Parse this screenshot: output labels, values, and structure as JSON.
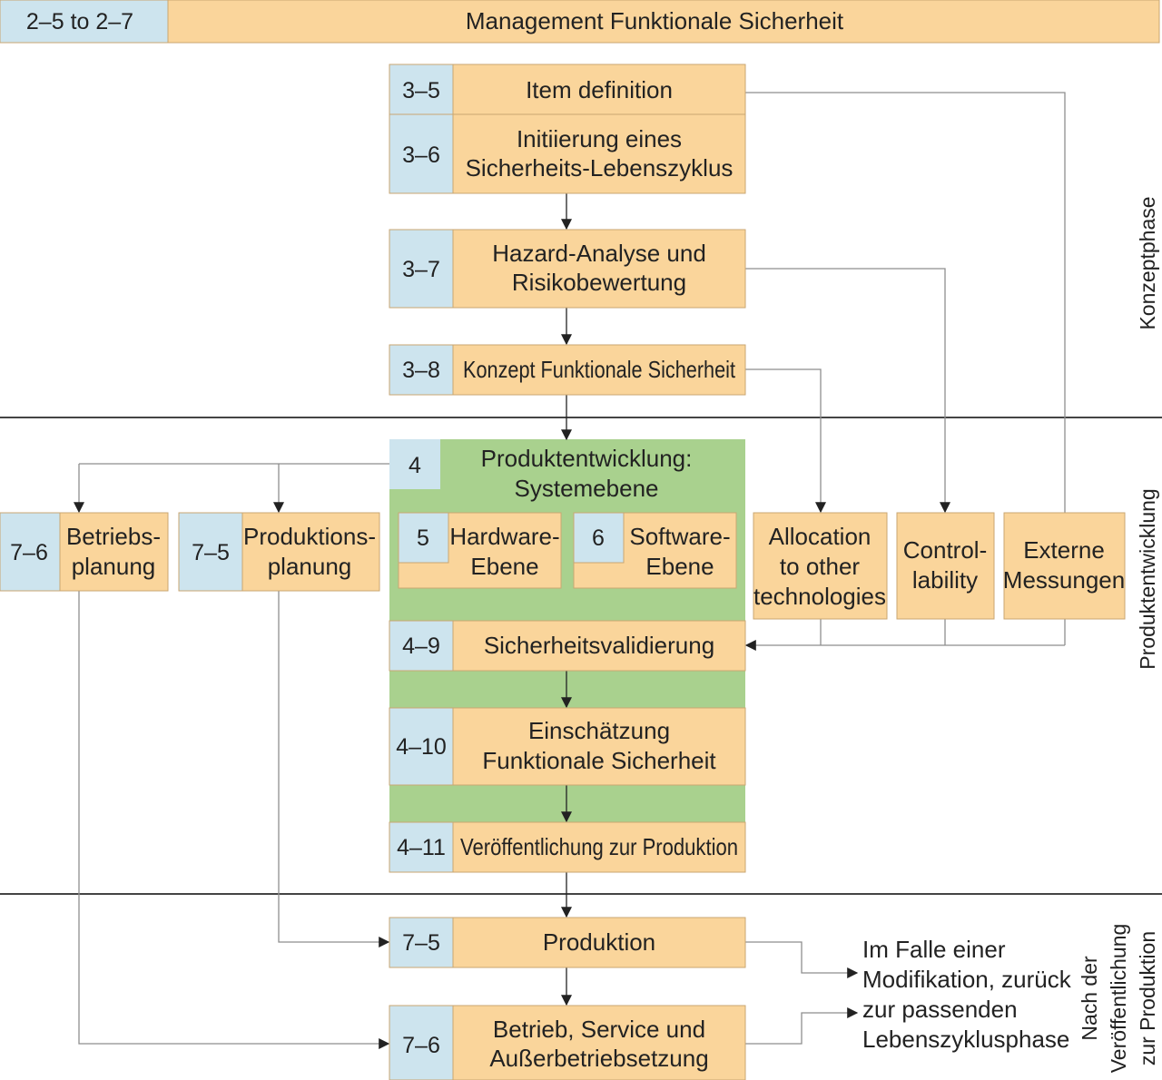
{
  "colors": {
    "number_cell": "#cde4ee",
    "task_cell": "#fad59b",
    "product_development_block": "#a9d18e",
    "cell_border": "#c9a671",
    "line": "#8e8e8e",
    "arrow": "#222222",
    "phase_divider": "#444444"
  },
  "header": {
    "clause_range": "2–5 to 2–7",
    "title": "Management Funktionale Sicherheit"
  },
  "phases": {
    "concept": "Konzeptphase",
    "product_development": "Produktentwicklung",
    "after_release_line1": "Nach der",
    "after_release_line2": "Veröffentlichung",
    "after_release_line3": "zur Produktion"
  },
  "concept_steps": {
    "item_definition": {
      "number": "3–5",
      "label": "Item definition"
    },
    "lifecycle_initiation": {
      "number": "3–6",
      "line1": "Initiierung eines",
      "line2": "Sicherheits-Lebenszyklus"
    },
    "hazard_analysis": {
      "number": "3–7",
      "line1": "Hazard-Analyse und",
      "line2": "Risikobewertung"
    },
    "safety_concept": {
      "number": "3–8",
      "label": "Konzept Funktionale Sicherheit"
    }
  },
  "product_development": {
    "system_level": {
      "number": "4",
      "line1": "Produktentwicklung:",
      "line2": "Systemebene"
    },
    "hardware_level": {
      "number": "5",
      "line1": "Hardware-",
      "line2": "Ebene"
    },
    "software_level": {
      "number": "6",
      "line1": "Software-",
      "line2": "Ebene"
    },
    "safety_validation": {
      "number": "4–9",
      "label": "Sicherheitsvalidierung"
    },
    "safety_assessment": {
      "number": "4–10",
      "line1": "Einschätzung",
      "line2": "Funktionale Sicherheit"
    },
    "release": {
      "number": "4–11",
      "label": "Veröffentlichung zur Produktion"
    }
  },
  "planning": {
    "operation_planning": {
      "number": "7–6",
      "line1": "Betriebs-",
      "line2": "planung"
    },
    "production_planning": {
      "number": "7–5",
      "line1": "Produktions-",
      "line2": "planung"
    }
  },
  "external_measures": {
    "allocation": {
      "line1": "Allocation",
      "line2": "to other",
      "line3": "technologies"
    },
    "controllability": {
      "line1": "Control-",
      "line2": "lability"
    },
    "external": {
      "line1": "Externe",
      "line2": "Messungen"
    }
  },
  "after_release_steps": {
    "production": {
      "number": "7–5",
      "label": "Produktion"
    },
    "operation": {
      "number": "7–6",
      "line1": "Betrieb, Service und",
      "line2": "Außerbetriebsetzung"
    }
  },
  "modification_note": {
    "line1": "Im Falle einer",
    "line2": "Modifikation, zurück",
    "line3": "zur passenden",
    "line4": "Lebenszyklusphase"
  }
}
